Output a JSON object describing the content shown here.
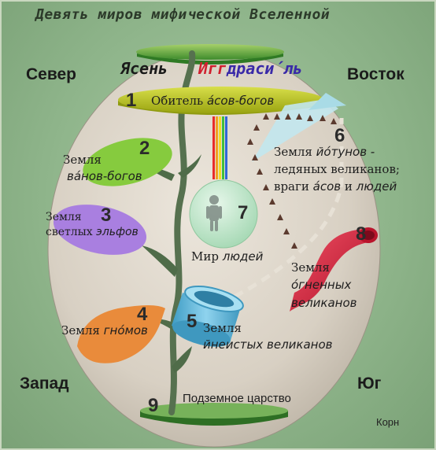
{
  "title": "Девять миров мифической Вселенной",
  "tree": {
    "ash": "Ясень",
    "name_part1": "Игг",
    "name_part2": "драси́ль"
  },
  "directions": {
    "north": "Север",
    "east": "Восток",
    "west": "Запад",
    "south": "Юг"
  },
  "worlds": [
    {
      "number": "1",
      "line1": "Обитель",
      "line1_italic": "а́сов-богов",
      "color": "#b8c21a"
    },
    {
      "number": "2",
      "line1": "Земля",
      "line2_italic": "ва́нов-богов",
      "color": "#8ed14a"
    },
    {
      "number": "3",
      "line1": "Земля",
      "line2": "светлых",
      "line2_italic": "эльфов",
      "color": "#a97fe0"
    },
    {
      "number": "4",
      "line1": "Земля",
      "line1_italic": "гно́мов",
      "color": "#e98b3b"
    },
    {
      "number": "5",
      "line1": "Земля",
      "line2_italic": "йнеистых великанов",
      "color": "#5bb5d8"
    },
    {
      "number": "6",
      "line1": "Земля",
      "line1_italic": "йо́тунов -",
      "line2": "ледяных великанов;",
      "line3": "враги",
      "line3_italic_a": "а́сов",
      "line3_mid": "и",
      "line3_italic_b": "людей",
      "color": "#a8dce6"
    },
    {
      "number": "7",
      "line1": "Мир",
      "line1_italic": "людей",
      "color": "#c9ecd0"
    },
    {
      "number": "8",
      "line1": "Земля",
      "line2_italic": "о́гненных",
      "line3_italic": "великанов",
      "color": "#d4203a"
    },
    {
      "number": "9",
      "line1": "Подземное царство",
      "color": "#2f7a2a"
    }
  ],
  "author": "Корн"
}
